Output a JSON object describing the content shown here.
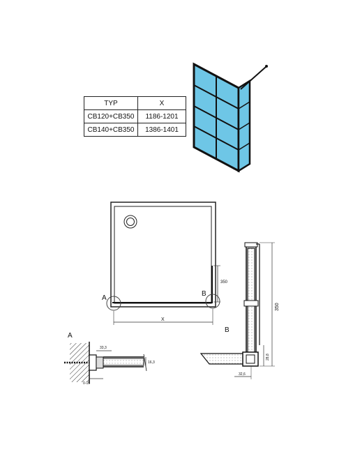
{
  "table": {
    "headers": [
      "TYP",
      "X"
    ],
    "rows": [
      [
        "CB120+CB350",
        "1186-1201"
      ],
      [
        "CB140+CB350",
        "1386-1401"
      ]
    ]
  },
  "colors": {
    "glass": "#6ec6e6",
    "frame": "#111111"
  },
  "plan": {
    "detail_a": "A",
    "detail_b": "B",
    "dim_width": "X",
    "dim_side": "350"
  },
  "section_a": {
    "label": "A",
    "dim_top": "33,3",
    "dim_height": "16,3",
    "dim_bottom": "0-15"
  },
  "section_b": {
    "label": "B",
    "dim_height": "350",
    "dim_small": "28,8",
    "dim_width": "32,6"
  }
}
